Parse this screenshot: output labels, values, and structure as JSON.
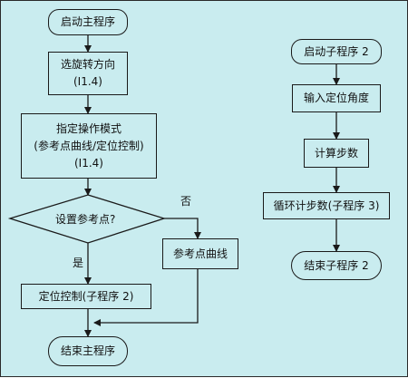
{
  "main_flow": {
    "start": "启动主程序",
    "select_direction": {
      "line1": "选旋转方向",
      "line2": "(I1.4)"
    },
    "specify_mode": {
      "line1": "指定操作模式",
      "line2": "(参考点曲线/定位控制)",
      "line3": "(I1.4)"
    },
    "decision": "设置参考点?",
    "ref_curve": "参考点曲线",
    "positioning": "定位控制(子程序 2)",
    "end": "结束主程序",
    "label_yes": "是",
    "label_no": "否"
  },
  "sub_flow": {
    "start": "启动子程序 2",
    "input_angle": "输入定位角度",
    "calc_steps": "计算步数",
    "loop_count": "循环计步数(子程序 3)",
    "end": "结束子程序 2"
  },
  "colors": {
    "background": "#c9ecef",
    "stroke": "#1a1a1a"
  }
}
